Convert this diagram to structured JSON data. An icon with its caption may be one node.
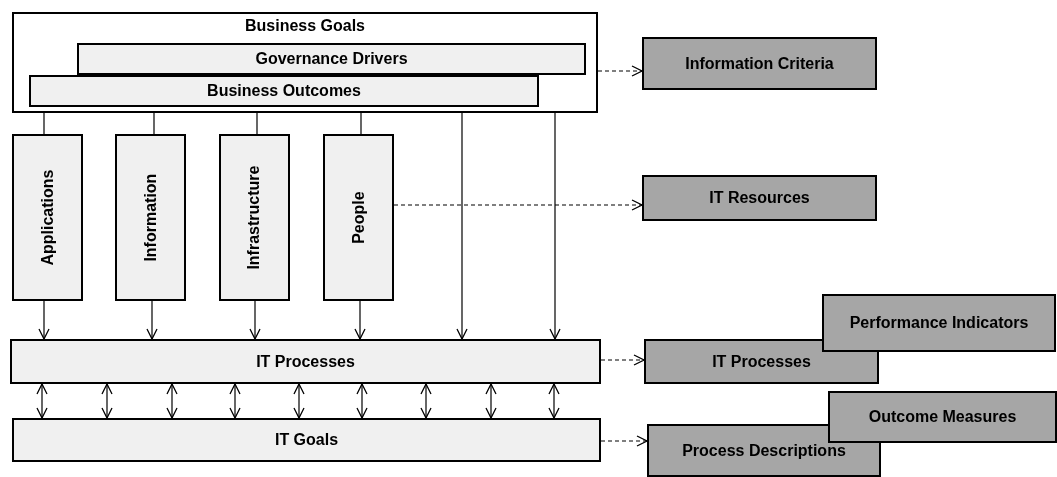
{
  "diagram": {
    "nodes": [
      {
        "text": [
          "Business Goals"
        ]
      },
      {
        "text": [
          "Governance Drivers"
        ],
        "in": 0
      },
      {
        "text": [
          "Business Outcomes"
        ],
        "in": 0
      },
      {
        "text": [
          "Applications"
        ]
      },
      {
        "text": [
          "Information"
        ]
      },
      {
        "text": [
          "Infrastructure"
        ]
      },
      {
        "text": [
          "People"
        ]
      },
      {
        "text": [
          "IT Processes"
        ]
      },
      {
        "text": [
          "IT Goals"
        ]
      },
      {
        "text": [
          "Information Criteria"
        ]
      },
      {
        "text": [
          "IT Resources"
        ]
      },
      {
        "text": [
          "IT Processes"
        ]
      },
      {
        "text": [
          "Performance Indicators"
        ]
      },
      {
        "text": [
          "Process Descriptions"
        ]
      },
      {
        "text": [
          "Outcome Measures"
        ]
      }
    ],
    "edges": [
      {
        "from": 2,
        "to": 3,
        "arrow": "none"
      },
      {
        "from": 2,
        "to": 4,
        "arrow": "none"
      },
      {
        "from": 2,
        "to": 5,
        "arrow": "none"
      },
      {
        "from": 2,
        "to": 6,
        "arrow": "none"
      },
      {
        "from": 3,
        "to": 7,
        "arrow": "to"
      },
      {
        "from": 4,
        "to": 7,
        "arrow": "to"
      },
      {
        "from": 5,
        "to": 7,
        "arrow": "to"
      },
      {
        "from": 6,
        "to": 7,
        "arrow": "to"
      },
      {
        "from": 2,
        "to": 7,
        "arrow": "to"
      },
      {
        "from": 1,
        "to": 7,
        "arrow": "to"
      },
      {
        "from": 0,
        "to": 9,
        "arrow": "to",
        "style": "dashed"
      },
      {
        "from": 6,
        "to": 10,
        "arrow": "to",
        "style": "dashed"
      },
      {
        "from": 7,
        "to": 11,
        "arrow": "to",
        "style": "dashed"
      },
      {
        "from": 8,
        "to": 13,
        "arrow": "to",
        "style": "dashed"
      },
      {
        "from": 7,
        "to": 8,
        "arrow": "both"
      },
      {
        "from": 7,
        "to": 8,
        "arrow": "both"
      },
      {
        "from": 7,
        "to": 8,
        "arrow": "both"
      },
      {
        "from": 7,
        "to": 8,
        "arrow": "both"
      },
      {
        "from": 7,
        "to": 8,
        "arrow": "both"
      },
      {
        "from": 7,
        "to": 8,
        "arrow": "both"
      },
      {
        "from": 7,
        "to": 8,
        "arrow": "both"
      },
      {
        "from": 7,
        "to": 8,
        "arrow": "both"
      },
      {
        "from": 7,
        "to": 8,
        "arrow": "both"
      }
    ]
  }
}
